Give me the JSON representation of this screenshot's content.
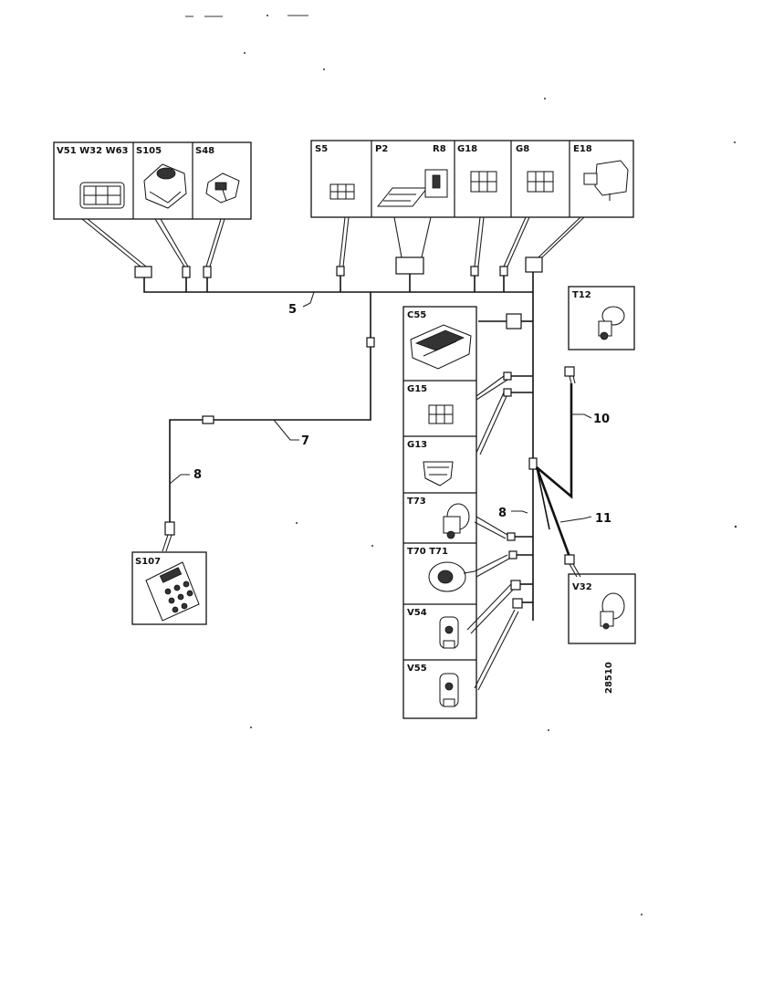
{
  "diagram": {
    "drawing_number": "28510",
    "components": {
      "v51_w32_w63": "V51 W32 W63",
      "s105": "S105",
      "s48": "S48",
      "s5": "S5",
      "p2": "P2",
      "r8": "R8",
      "g18": "G18",
      "g8": "G8",
      "e18": "E18",
      "t12": "T12",
      "c55": "C55",
      "g15": "G15",
      "g13": "G13",
      "t73": "T73",
      "t70_t71": "T70  T71",
      "v54": "V54",
      "v55": "V55",
      "v32": "V32",
      "s107": "S107"
    },
    "wires": {
      "w5": "5",
      "w7": "7",
      "w8a": "8",
      "w8b": "8",
      "w10": "10",
      "w11": "11"
    }
  }
}
